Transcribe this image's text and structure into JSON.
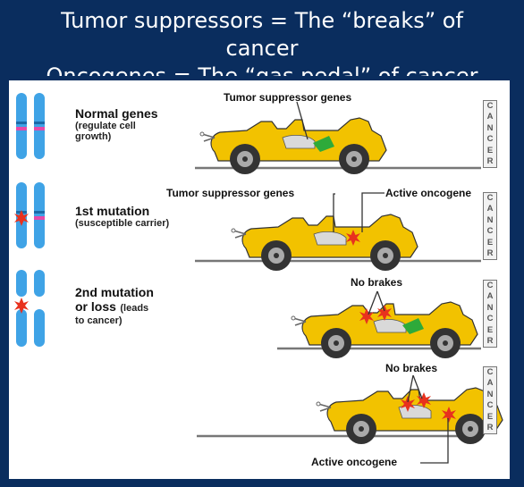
{
  "slide": {
    "title_line1": "Tumor suppressors = The “breaks” of",
    "title_line2": "cancer",
    "title_line3": "Oncogenes = The “gas pedal” of cancer"
  },
  "stages": [
    {
      "label": "Normal genes",
      "sublabel1": "(regulate cell",
      "sublabel2": "growth)"
    },
    {
      "label": "1st mutation",
      "sublabel1": "(susceptible carrier)"
    },
    {
      "label": "2nd mutation",
      "label2": "or loss",
      "sublabel1": "(leads",
      "sublabel2": "to cancer)"
    }
  ],
  "callouts": {
    "tumor_suppressor_1": "Tumor suppressor genes",
    "tumor_suppressor_2": "Tumor suppressor genes",
    "active_oncogene_1": "Active oncogene",
    "no_brakes_1": "No brakes",
    "no_brakes_2": "No brakes",
    "active_oncogene_2": "Active oncogene"
  },
  "cancer_sign_letters": [
    "C",
    "A",
    "N",
    "C",
    "E",
    "R"
  ],
  "colors": {
    "background": "#0a2d5e",
    "car_body": "#f2c200",
    "chromosome": "#3fa3e6",
    "gene_band": "#e64aa8",
    "mutation_burst": "#e8321e",
    "green_pedal": "#2eaa3a"
  }
}
